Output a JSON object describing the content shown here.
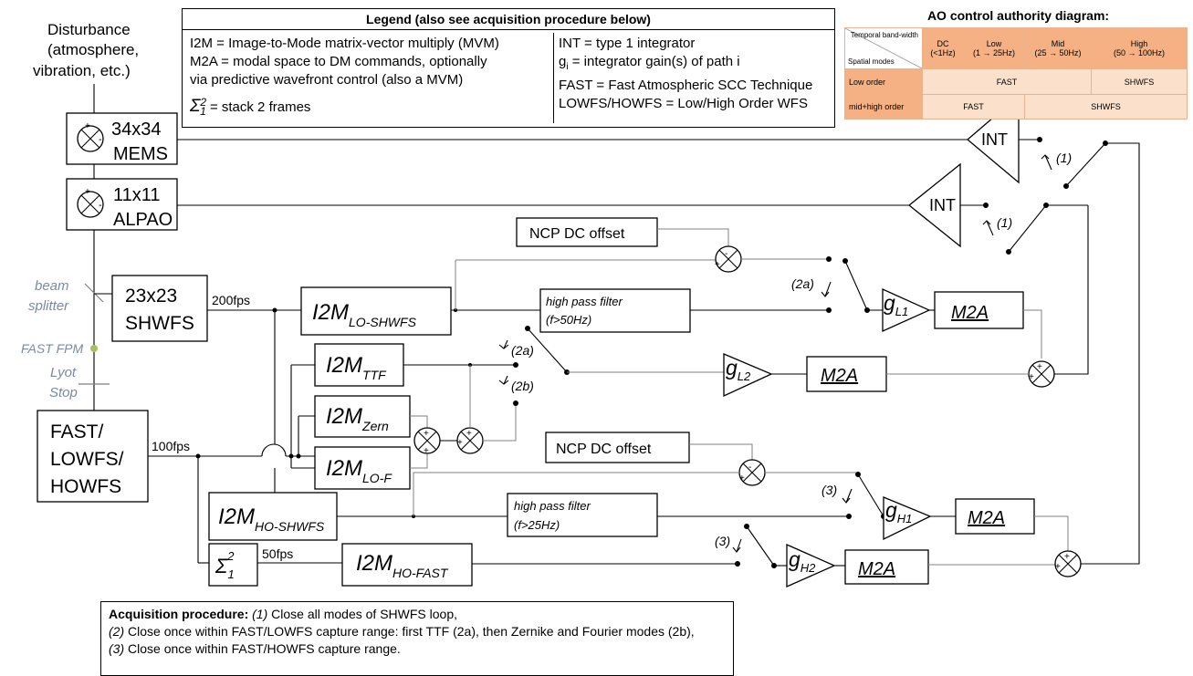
{
  "legend": {
    "title": "Legend (also see acquisition procedure below)",
    "left_lines": [
      "I2M = Image-to-Mode matrix-vector multiply (MVM)",
      "M2A = modal space to DM commands, optionally",
      "via predictive wavefront control (also a MVM)"
    ],
    "sigma_symbol": "Σ",
    "sigma_sup": "2",
    "sigma_sub": "1",
    "sigma_text": " = stack 2 frames",
    "right_lines": [
      "INT = type 1 integrator",
      "FAST = Fast Atmospheric SCC Technique",
      "LOWFS/HOWFS = Low/High Order WFS"
    ],
    "gain_g": "g",
    "gain_sub": "i",
    "gain_text": " = integrator gain(s) of path i"
  },
  "ao_table": {
    "title": "AO control authority diagram:",
    "corner_top": "Temporal band-width",
    "corner_bottom": "Spatial modes",
    "columns": [
      {
        "name": "DC",
        "range": "(<1Hz)"
      },
      {
        "name": "Low",
        "range": "(1 → 25Hz)"
      },
      {
        "name": "Mid",
        "range": "(25 → 50Hz)"
      },
      {
        "name": "High",
        "range": "(50 → 100Hz)"
      }
    ],
    "rows": [
      {
        "label": "Low order",
        "cells": [
          "FAST",
          "SHWFS"
        ]
      },
      {
        "label": "mid+high order",
        "cells": [
          "FAST",
          "SHWFS"
        ]
      }
    ]
  },
  "diagram": {
    "disturbance": [
      "Disturbance",
      "(atmosphere,",
      "vibration, etc.)"
    ],
    "mems": {
      "size": "34x34",
      "name": "MEMS"
    },
    "alpao": {
      "size": "11x11",
      "name": "ALPAO"
    },
    "beam_splitter": [
      "beam",
      "splitter"
    ],
    "fast_fpm": "FAST FPM",
    "lyot_stop": [
      "Lyot",
      "Stop"
    ],
    "shwfs": [
      "23x23",
      "SHWFS"
    ],
    "fast_lowfs": [
      "FAST/",
      "LOWFS/",
      "HOWFS"
    ],
    "rate_200": "200fps",
    "rate_100": "100fps",
    "rate_50": "50fps",
    "i2m": "I2M",
    "i2m_lo_shwfs_sub": "LO-SHWFS",
    "i2m_ttf_sub": "TTF",
    "i2m_zern_sub": "Zern",
    "i2m_lof_sub": "LO-F",
    "i2m_ho_shwfs_sub": "HO-SHWFS",
    "i2m_ho_fast_sub": "HO-FAST",
    "sigma": "Σ",
    "sigma_sup": "2",
    "sigma_sub": "1",
    "hpf_lo": [
      "high pass filter",
      "(f>50Hz)"
    ],
    "hpf_ho": [
      "high pass filter",
      "(f>25Hz)"
    ],
    "ncp": "NCP DC offset",
    "int": "INT",
    "m2a": "M2A",
    "g": "g",
    "gain_subs": [
      "L1",
      "L2",
      "H1",
      "H2"
    ],
    "switch_1": "(1)",
    "switch_2a": "(2a)",
    "switch_2b": "(2b)",
    "switch_3": "(3)",
    "plus": "+",
    "minus": "-"
  },
  "acquisition": {
    "title": "Acquisition procedure:",
    "step1_num": "(1)",
    "step1": " Close all modes of SHWFS loop,",
    "step2_num": "(2)",
    "step2": " Close once within FAST/LOWFS capture range: first TTF (2a), then Zernike and Fourier modes (2b),",
    "step3_num": "(3)",
    "step3": " Close once within FAST/HOWFS capture range."
  }
}
